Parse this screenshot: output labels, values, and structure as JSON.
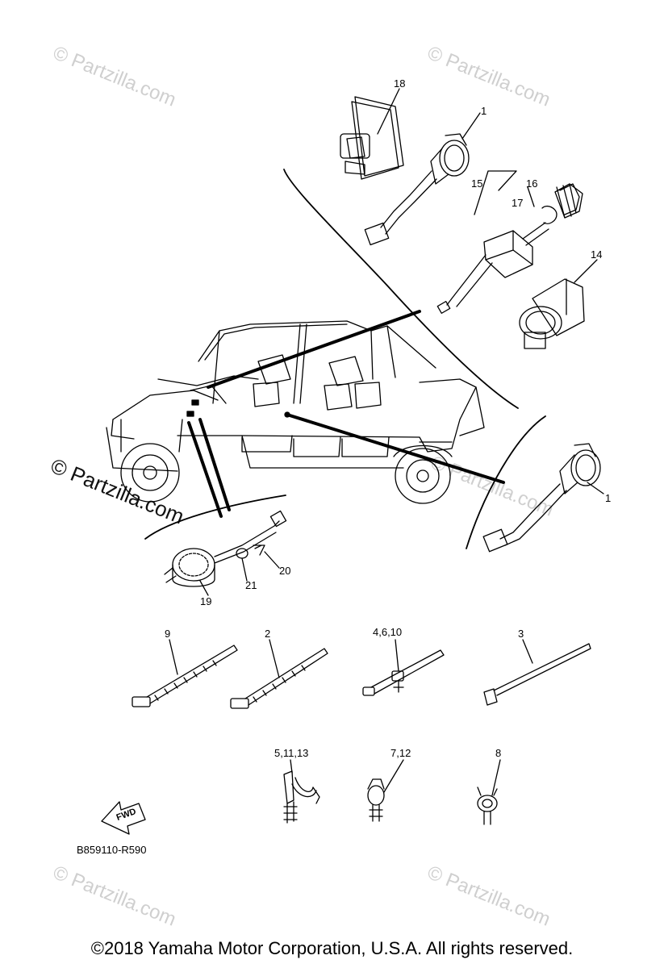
{
  "watermark": "© Partzilla.com",
  "callouts": {
    "c18": "18",
    "c1_top": "1",
    "c15": "15",
    "c16": "16",
    "c17": "17",
    "c14": "14",
    "c1_right": "1",
    "c20": "20",
    "c21": "21",
    "c19": "19",
    "c9": "9",
    "c2": "2",
    "c4_6_10": "4,6,10",
    "c3": "3",
    "c5_11_13": "5,11,13",
    "c7_12": "7,12",
    "c8": "8"
  },
  "fwd_label": "FWD",
  "diagram_code": "B859110-R590",
  "copyright": "©2018  Yamaha Motor Corporation, U.S.A. All rights reserved."
}
